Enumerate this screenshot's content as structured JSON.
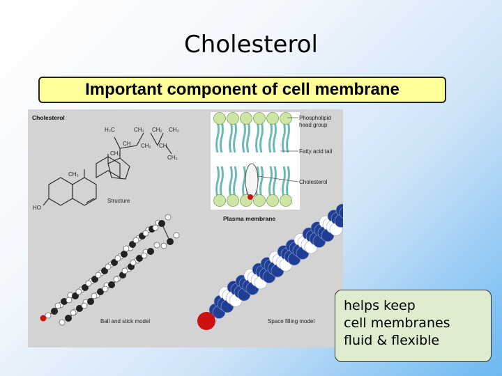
{
  "slide": {
    "title": "Cholesterol",
    "subtitle": "Important component of cell membrane"
  },
  "figure": {
    "labels": {
      "panel_title": "Cholesterol",
      "structure": "Structure",
      "plasma_membrane": "Plasma membrane",
      "ball_stick": "Ball and stick model",
      "space_filling": "Space filling model",
      "phospholipid_head_1": "Phospholipid",
      "phospholipid_head_2": "head group",
      "fatty_acid_tail": "Fatty acid tail",
      "cholesterol_label": "Cholesterol"
    },
    "formula": {
      "h3c": "H₃C",
      "ch2_a": "CH₂",
      "ch2_b": "CH₂",
      "ch3_a": "CH₃",
      "ch_a": "CH",
      "ch2_c": "CH₂",
      "ch_b": "CH",
      "ch3_b": "CH₃",
      "ch3_c": "CH₃",
      "ch3_d": "CH₃",
      "ho": "HO"
    },
    "colors": {
      "head_group": "#cde6a5",
      "tail": "#6fb8b8",
      "oxygen": "#cc1111",
      "carbon": "#222222",
      "space_fill_blue": "#1f3f96"
    }
  },
  "callout": {
    "line1": "helps keep",
    "line2": "cell membranes",
    "line3": "fluid & flexible"
  }
}
